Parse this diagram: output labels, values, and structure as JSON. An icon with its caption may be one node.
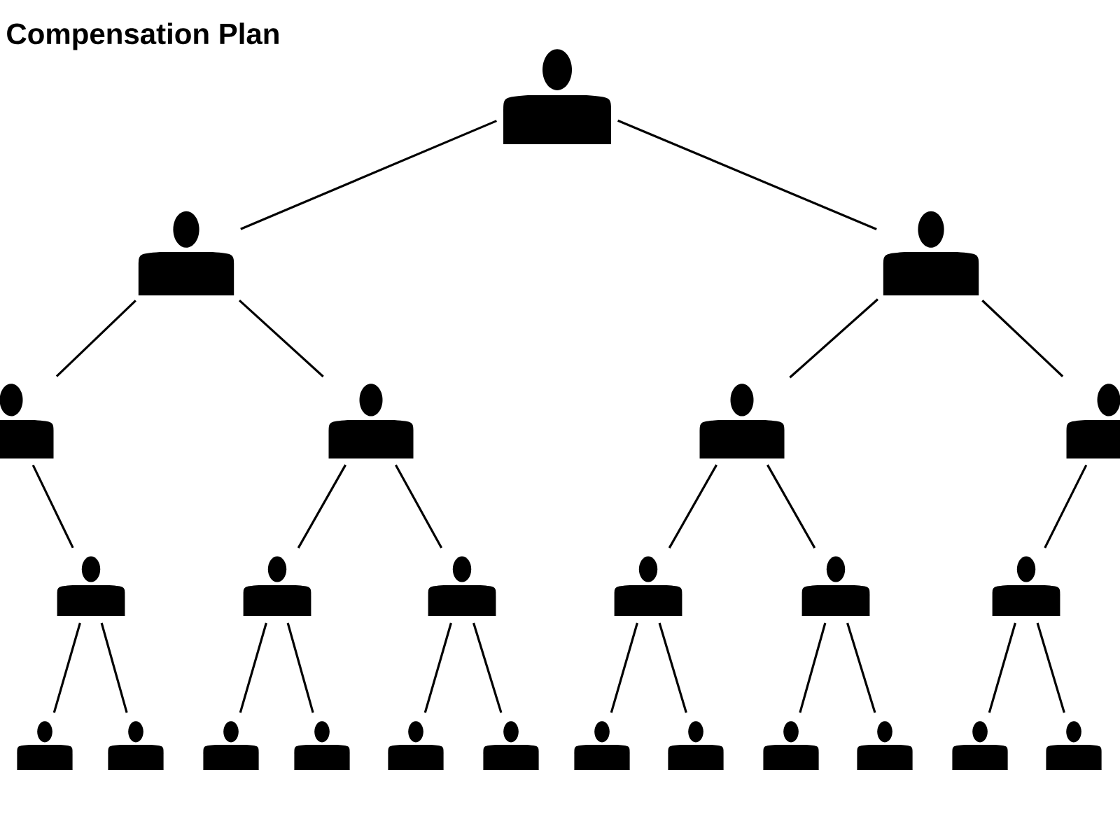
{
  "diagram": {
    "title": "Compensation Plan",
    "nodes": [
      {
        "text": [],
        "shape": "person"
      },
      {
        "text": [],
        "shape": "person"
      },
      {
        "text": [],
        "shape": "person"
      },
      {
        "text": [],
        "shape": "person"
      },
      {
        "text": [],
        "shape": "person"
      },
      {
        "text": [],
        "shape": "person"
      },
      {
        "text": [],
        "shape": "person"
      },
      {
        "text": [],
        "shape": "person"
      },
      {
        "text": [],
        "shape": "person"
      },
      {
        "text": [],
        "shape": "person"
      },
      {
        "text": [],
        "shape": "person"
      },
      {
        "text": [],
        "shape": "person"
      },
      {
        "text": [],
        "shape": "person"
      },
      {
        "text": [],
        "shape": "person"
      },
      {
        "text": [],
        "shape": "person"
      },
      {
        "text": [],
        "shape": "person"
      },
      {
        "text": [],
        "shape": "person"
      },
      {
        "text": [],
        "shape": "person"
      },
      {
        "text": [],
        "shape": "person"
      },
      {
        "text": [],
        "shape": "person"
      },
      {
        "text": [],
        "shape": "person"
      },
      {
        "text": [],
        "shape": "person"
      },
      {
        "text": [],
        "shape": "person"
      },
      {
        "text": [],
        "shape": "person"
      },
      {
        "text": [],
        "shape": "person"
      }
    ],
    "edges": [
      {
        "from": 0,
        "to": 1,
        "arrow": "none"
      },
      {
        "from": 0,
        "to": 2,
        "arrow": "none"
      },
      {
        "from": 1,
        "to": 3,
        "arrow": "none"
      },
      {
        "from": 1,
        "to": 4,
        "arrow": "none"
      },
      {
        "from": 2,
        "to": 5,
        "arrow": "none"
      },
      {
        "from": 2,
        "to": 6,
        "arrow": "none"
      },
      {
        "from": 3,
        "to": 7,
        "arrow": "none"
      },
      {
        "from": 4,
        "to": 8,
        "arrow": "none"
      },
      {
        "from": 4,
        "to": 9,
        "arrow": "none"
      },
      {
        "from": 5,
        "to": 10,
        "arrow": "none"
      },
      {
        "from": 5,
        "to": 11,
        "arrow": "none"
      },
      {
        "from": 6,
        "to": 12,
        "arrow": "none"
      },
      {
        "from": 7,
        "to": 13,
        "arrow": "none"
      },
      {
        "from": 7,
        "to": 14,
        "arrow": "none"
      },
      {
        "from": 8,
        "to": 15,
        "arrow": "none"
      },
      {
        "from": 8,
        "to": 16,
        "arrow": "none"
      },
      {
        "from": 9,
        "to": 17,
        "arrow": "none"
      },
      {
        "from": 9,
        "to": 18,
        "arrow": "none"
      },
      {
        "from": 10,
        "to": 19,
        "arrow": "none"
      },
      {
        "from": 10,
        "to": 20,
        "arrow": "none"
      },
      {
        "from": 11,
        "to": 21,
        "arrow": "none"
      },
      {
        "from": 11,
        "to": 22,
        "arrow": "none"
      },
      {
        "from": 12,
        "to": 23,
        "arrow": "none"
      },
      {
        "from": 12,
        "to": 24,
        "arrow": "none"
      }
    ]
  }
}
